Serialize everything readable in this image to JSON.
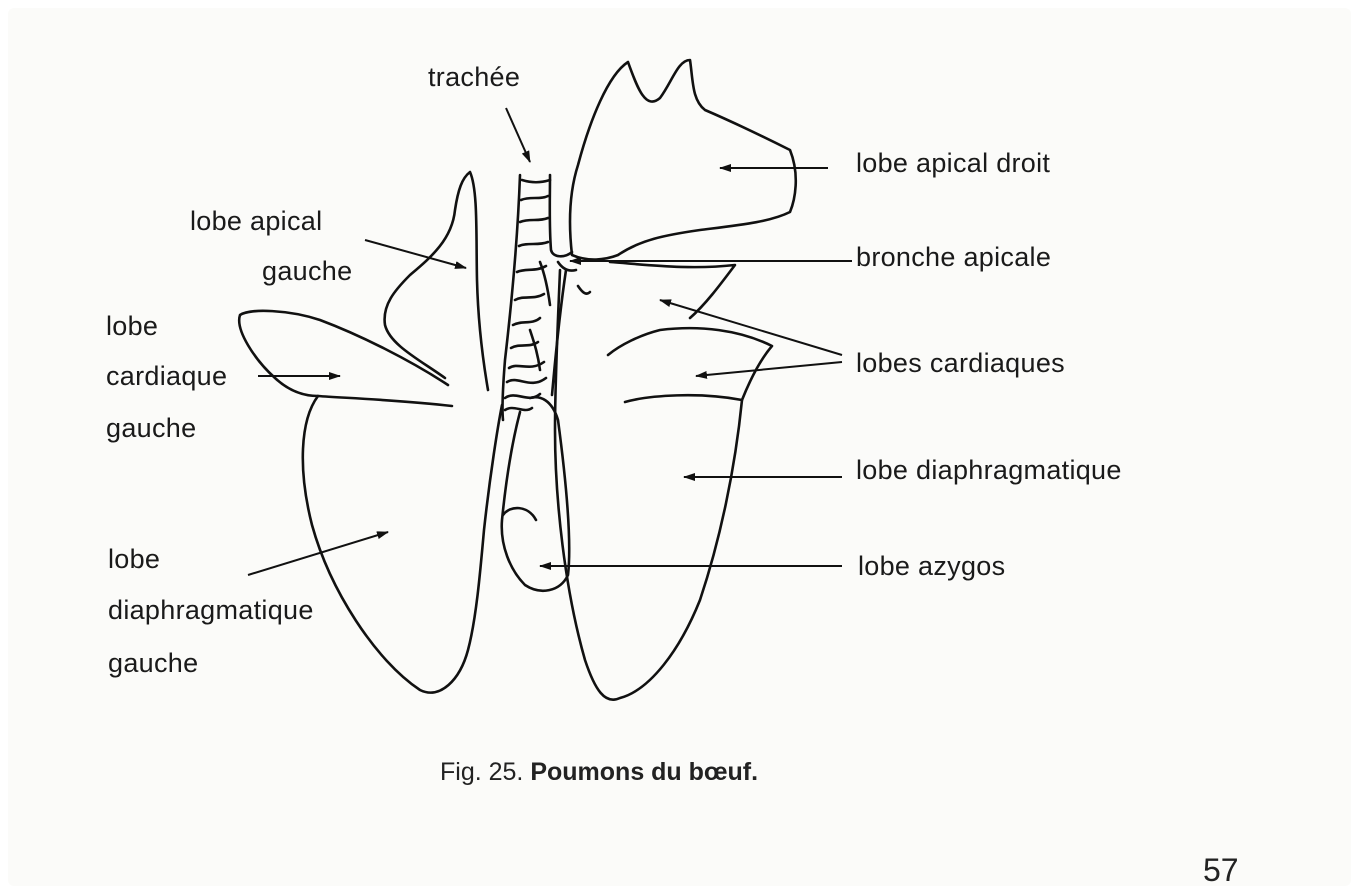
{
  "labels": {
    "trachee": "trachée",
    "lobe_apical_gauche_1": "lobe apical",
    "lobe_apical_gauche_2": "gauche",
    "lobe_cardiaque_gauche_1": "lobe",
    "lobe_cardiaque_gauche_2": "cardiaque",
    "lobe_cardiaque_gauche_3": "gauche",
    "lobe_diaphragmatique_gauche_1": "lobe",
    "lobe_diaphragmatique_gauche_2": "diaphragmatique",
    "lobe_diaphragmatique_gauche_3": "gauche",
    "lobe_apical_droit": "lobe apical droit",
    "bronche_apicale": "bronche apicale",
    "lobes_cardiaques": "lobes cardiaques",
    "lobe_diaphragmatique": "lobe diaphragmatique",
    "lobe_azygos": "lobe azygos"
  },
  "caption": {
    "prefix": "Fig. 25.",
    "title": "Poumons du bœuf."
  },
  "page_number": "57",
  "colors": {
    "ink": "#111111",
    "paper": "#fbfbf9"
  }
}
